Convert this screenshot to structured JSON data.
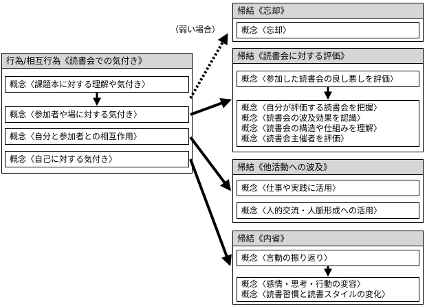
{
  "left_group": {
    "title": "行為/相互行為《読書会での気付き》",
    "concepts": [
      "概念〈課題本に対する理解や気付き〉",
      "概念〈参加者や場に対する気付き〉",
      "概念〈自分と参加者との相互作用〉",
      "概念〈自己に対する気付き〉"
    ]
  },
  "weak_label": "（弱い場合）",
  "forget_group": {
    "title": "帰結《忘却》",
    "concepts": [
      "概念〈忘却〉"
    ]
  },
  "evaluate_group": {
    "title": "帰結《読書会に対する評価》",
    "concept_top": "概念〈参加した読書会の良し悪しを評価〉",
    "concept_list": [
      "概念〈自分が評価する読書会を把握〉",
      "概念〈読書会の波及効果を認識〉",
      "概念〈読書会の構造や仕組みを理解〉",
      "概念〈読書会主催者を評価〉"
    ]
  },
  "spread_group": {
    "title": "帰結《他活動への波及》",
    "concepts": [
      "概念〈仕事や実践に活用〉",
      "概念〈人的交流・人脈形成への活用〉"
    ]
  },
  "reflect_group": {
    "title": "帰結《内省》",
    "concept_top": "概念〈言動の振り返り〉",
    "concept_list": [
      "概念〈感情・思考・行動の変容〉",
      "概念〈読書習慣と読書スタイルの変化〉"
    ]
  }
}
